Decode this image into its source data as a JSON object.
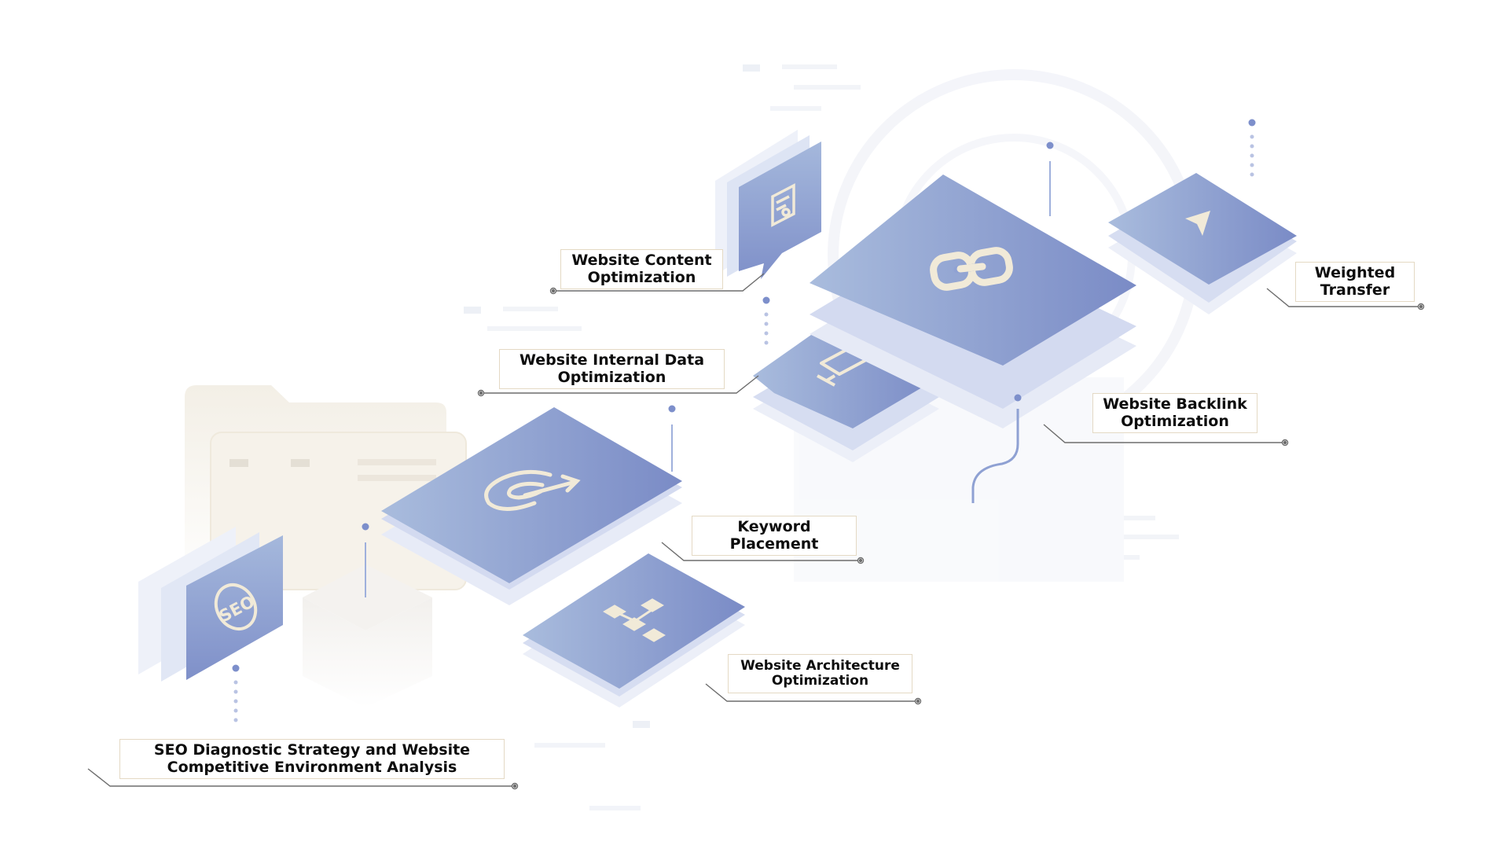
{
  "labels": {
    "content_opt": {
      "line1": "Website Content",
      "line2": "Optimization"
    },
    "internal_data": {
      "line1": "Website Internal Data",
      "line2": "Optimization"
    },
    "keyword": {
      "line1": "Keyword",
      "line2": "Placement"
    },
    "architecture": {
      "line1": "Website Architecture",
      "line2": "Optimization"
    },
    "seo_diag": {
      "line1": "SEO Diagnostic Strategy and Website",
      "line2": "Competitive Environment Analysis"
    },
    "backlink": {
      "line1": "Website Backlink",
      "line2": "Optimization"
    },
    "weighted": {
      "line1": "Weighted",
      "line2": "Transfer"
    }
  },
  "icons": {
    "seo": "seo-badge-icon",
    "target": "target-arrow-icon",
    "sitemap": "sitemap-icon",
    "monitor": "monitor-icon",
    "document": "document-icon",
    "link": "chain-link-icon",
    "cursor": "cursor-arrow-icon"
  },
  "colors": {
    "tile_light": "#a4b7db",
    "tile_dark": "#7c8dc8",
    "tile_shadow": "#dde3f3",
    "icon_stroke": "#f1ead8",
    "connector": "#6d6d6d",
    "dot": "#7d8fcb",
    "label_border": "#e4d9c4"
  }
}
